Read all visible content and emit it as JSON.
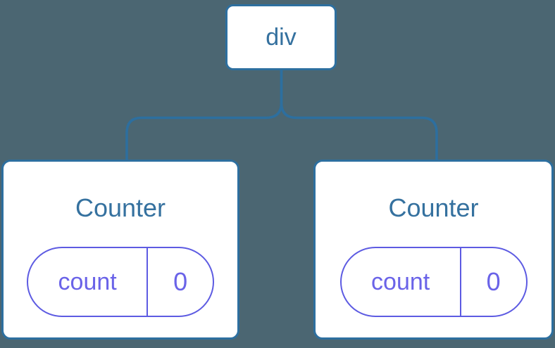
{
  "diagram": {
    "description": "component-tree",
    "root": {
      "label": "div"
    },
    "children": [
      {
        "title": "Counter",
        "state": {
          "key": "count",
          "value": "0"
        }
      },
      {
        "title": "Counter",
        "state": {
          "key": "count",
          "value": "0"
        }
      }
    ],
    "colors": {
      "background": "#4b6672",
      "node_blue": "#2d6f9f",
      "text_blue": "#35719f",
      "pill_purple": "#5d5be2",
      "pill_text_purple": "#6a63e8",
      "card_bg": "#ffffff"
    }
  }
}
